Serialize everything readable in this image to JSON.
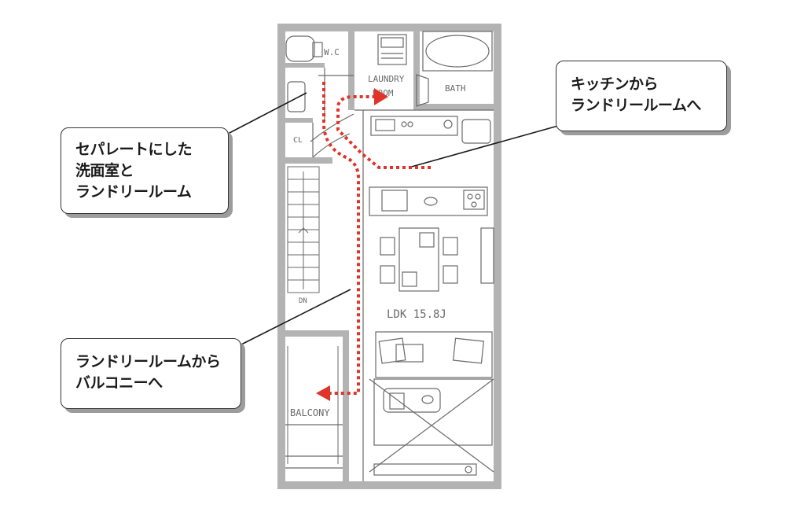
{
  "callouts": {
    "washroom_laundry": {
      "lines": [
        "セパレートにした",
        "洗面室と",
        "ランドリールーム"
      ]
    },
    "kitchen_to_laundry": {
      "lines": [
        "キッチンから",
        "ランドリールームへ"
      ]
    },
    "laundry_to_balcony": {
      "lines": [
        "ランドリールームから",
        "バルコニーへ"
      ]
    }
  },
  "plan_labels": {
    "wc": "W.C",
    "laundry_line1": "LAUNDRY",
    "laundry_line2": "ROOM",
    "bath": "BATH",
    "closet": "CL",
    "stairs_down": "DN",
    "ldk": "LDK 15.8J",
    "balcony": "BALCONY"
  },
  "colors": {
    "route": "#e0342a",
    "wall": "#a9a9a9",
    "line": "#6a6a6a",
    "callout_border": "#333333",
    "callout_shadow": "#9c9c9c"
  }
}
